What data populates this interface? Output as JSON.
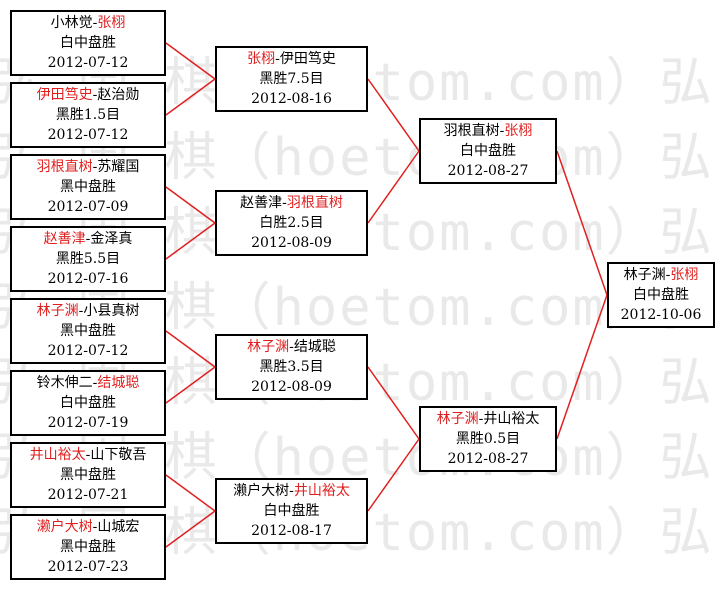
{
  "watermark": "弘 围 棋（hoetom.com）弘",
  "matches": [
    {
      "id": "r1m1",
      "p1": "小林觉",
      "p2": "张栩",
      "winner": 2,
      "result": "白中盘胜",
      "date": "2012-07-12"
    },
    {
      "id": "r1m2",
      "p1": "伊田笃史",
      "p2": "赵治勋",
      "winner": 1,
      "result": "黑胜1.5目",
      "date": "2012-07-12"
    },
    {
      "id": "r1m3",
      "p1": "羽根直树",
      "p2": "苏耀国",
      "winner": 1,
      "result": "黑中盘胜",
      "date": "2012-07-09"
    },
    {
      "id": "r1m4",
      "p1": "赵善津",
      "p2": "金泽真",
      "winner": 1,
      "result": "黑胜5.5目",
      "date": "2012-07-16"
    },
    {
      "id": "r1m5",
      "p1": "林子渊",
      "p2": "小县真树",
      "winner": 1,
      "result": "黑中盘胜",
      "date": "2012-07-12"
    },
    {
      "id": "r1m6",
      "p1": "铃木伸二",
      "p2": "结城聪",
      "winner": 2,
      "result": "白中盘胜",
      "date": "2012-07-19"
    },
    {
      "id": "r1m7",
      "p1": "井山裕太",
      "p2": "山下敬吾",
      "winner": 1,
      "result": "黑中盘胜",
      "date": "2012-07-21"
    },
    {
      "id": "r1m8",
      "p1": "濑户大树",
      "p2": "山城宏",
      "winner": 1,
      "result": "黑中盘胜",
      "date": "2012-07-23"
    },
    {
      "id": "r2m1",
      "p1": "张栩",
      "p2": "伊田笃史",
      "winner": 1,
      "result": "黑胜7.5目",
      "date": "2012-08-16"
    },
    {
      "id": "r2m2",
      "p1": "赵善津",
      "p2": "羽根直树",
      "winner": 2,
      "result": "白胜2.5目",
      "date": "2012-08-09"
    },
    {
      "id": "r2m3",
      "p1": "林子渊",
      "p2": "结城聪",
      "winner": 1,
      "result": "黑胜3.5目",
      "date": "2012-08-09"
    },
    {
      "id": "r2m4",
      "p1": "濑户大树",
      "p2": "井山裕太",
      "winner": 2,
      "result": "白中盘胜",
      "date": "2012-08-17"
    },
    {
      "id": "r3m1",
      "p1": "羽根直树",
      "p2": "张栩",
      "winner": 2,
      "result": "白中盘胜",
      "date": "2012-08-27"
    },
    {
      "id": "r3m2",
      "p1": "林子渊",
      "p2": "井山裕太",
      "winner": 1,
      "result": "黑胜0.5目",
      "date": "2012-08-27"
    },
    {
      "id": "final",
      "p1": "林子渊",
      "p2": "张栩",
      "winner": 2,
      "result": "白中盘胜",
      "date": "2012-10-06"
    }
  ],
  "links": [
    [
      "r1m1",
      "r2m1"
    ],
    [
      "r1m2",
      "r2m1"
    ],
    [
      "r1m3",
      "r2m2"
    ],
    [
      "r1m4",
      "r2m2"
    ],
    [
      "r1m5",
      "r2m3"
    ],
    [
      "r1m6",
      "r2m3"
    ],
    [
      "r1m7",
      "r2m4"
    ],
    [
      "r1m8",
      "r2m4"
    ],
    [
      "r2m1",
      "r3m1"
    ],
    [
      "r2m2",
      "r3m1"
    ],
    [
      "r2m3",
      "r3m2"
    ],
    [
      "r2m4",
      "r3m2"
    ],
    [
      "r3m1",
      "final"
    ],
    [
      "r3m2",
      "final"
    ]
  ],
  "colors": {
    "winner": "#e02020",
    "connector": "#e02020",
    "border": "#000000",
    "watermark": "#e9e9e9"
  }
}
